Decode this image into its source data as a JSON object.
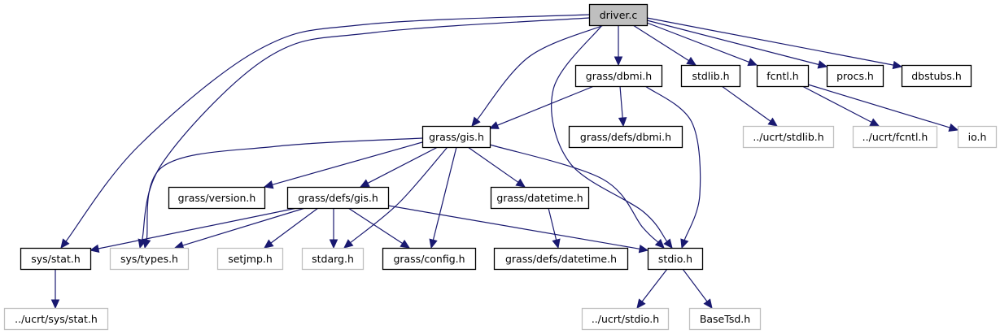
{
  "diagram": {
    "type": "include-dependency-graph",
    "root": "driver.c",
    "colors": {
      "edge": "#191970",
      "root_fill": "#bfbfbf",
      "documented_border": "#000000",
      "undocumented_border": "#bfbfbf",
      "node_fill": "#ffffff"
    },
    "nodes": [
      {
        "id": "driver_c",
        "label": "driver.c",
        "style": "root"
      },
      {
        "id": "grass_dbmi_h",
        "label": "grass/dbmi.h",
        "style": "documented"
      },
      {
        "id": "stdlib_h",
        "label": "stdlib.h",
        "style": "documented"
      },
      {
        "id": "fcntl_h",
        "label": "fcntl.h",
        "style": "documented"
      },
      {
        "id": "procs_h",
        "label": "procs.h",
        "style": "documented"
      },
      {
        "id": "dbstubs_h",
        "label": "dbstubs.h",
        "style": "documented"
      },
      {
        "id": "grass_gis_h",
        "label": "grass/gis.h",
        "style": "documented"
      },
      {
        "id": "grass_defs_dbmi_h",
        "label": "grass/defs/dbmi.h",
        "style": "documented"
      },
      {
        "id": "ucrt_stdlib_h",
        "label": "../ucrt/stdlib.h",
        "style": "external"
      },
      {
        "id": "ucrt_fcntl_h",
        "label": "../ucrt/fcntl.h",
        "style": "external"
      },
      {
        "id": "io_h",
        "label": "io.h",
        "style": "external"
      },
      {
        "id": "grass_version_h",
        "label": "grass/version.h",
        "style": "documented"
      },
      {
        "id": "grass_defs_gis_h",
        "label": "grass/defs/gis.h",
        "style": "documented"
      },
      {
        "id": "grass_datetime_h",
        "label": "grass/datetime.h",
        "style": "documented"
      },
      {
        "id": "sys_stat_h",
        "label": "sys/stat.h",
        "style": "documented"
      },
      {
        "id": "sys_types_h",
        "label": "sys/types.h",
        "style": "external"
      },
      {
        "id": "setjmp_h",
        "label": "setjmp.h",
        "style": "external"
      },
      {
        "id": "stdarg_h",
        "label": "stdarg.h",
        "style": "external"
      },
      {
        "id": "grass_config_h",
        "label": "grass/config.h",
        "style": "documented"
      },
      {
        "id": "grass_defs_datetime_h",
        "label": "grass/defs/datetime.h",
        "style": "documented"
      },
      {
        "id": "stdio_h",
        "label": "stdio.h",
        "style": "documented"
      },
      {
        "id": "ucrt_sys_stat_h",
        "label": "../ucrt/sys/stat.h",
        "style": "external"
      },
      {
        "id": "ucrt_stdio_h",
        "label": "../ucrt/stdio.h",
        "style": "external"
      },
      {
        "id": "basetsd_h",
        "label": "BaseTsd.h",
        "style": "external"
      }
    ],
    "edges": [
      {
        "from": "driver_c",
        "to": "grass_dbmi_h"
      },
      {
        "from": "driver_c",
        "to": "stdlib_h"
      },
      {
        "from": "driver_c",
        "to": "fcntl_h"
      },
      {
        "from": "driver_c",
        "to": "procs_h"
      },
      {
        "from": "driver_c",
        "to": "dbstubs_h"
      },
      {
        "from": "driver_c",
        "to": "grass_gis_h"
      },
      {
        "from": "driver_c",
        "to": "sys_stat_h"
      },
      {
        "from": "driver_c",
        "to": "sys_types_h"
      },
      {
        "from": "driver_c",
        "to": "stdio_h"
      },
      {
        "from": "grass_dbmi_h",
        "to": "grass_gis_h"
      },
      {
        "from": "grass_dbmi_h",
        "to": "grass_defs_dbmi_h"
      },
      {
        "from": "grass_dbmi_h",
        "to": "stdio_h"
      },
      {
        "from": "stdlib_h",
        "to": "ucrt_stdlib_h"
      },
      {
        "from": "fcntl_h",
        "to": "ucrt_fcntl_h"
      },
      {
        "from": "fcntl_h",
        "to": "io_h"
      },
      {
        "from": "grass_gis_h",
        "to": "grass_version_h"
      },
      {
        "from": "grass_gis_h",
        "to": "grass_defs_gis_h"
      },
      {
        "from": "grass_gis_h",
        "to": "grass_datetime_h"
      },
      {
        "from": "grass_gis_h",
        "to": "sys_types_h"
      },
      {
        "from": "grass_gis_h",
        "to": "stdarg_h"
      },
      {
        "from": "grass_gis_h",
        "to": "grass_config_h"
      },
      {
        "from": "grass_gis_h",
        "to": "stdio_h"
      },
      {
        "from": "grass_defs_gis_h",
        "to": "sys_stat_h"
      },
      {
        "from": "grass_defs_gis_h",
        "to": "sys_types_h"
      },
      {
        "from": "grass_defs_gis_h",
        "to": "setjmp_h"
      },
      {
        "from": "grass_defs_gis_h",
        "to": "stdarg_h"
      },
      {
        "from": "grass_defs_gis_h",
        "to": "grass_config_h"
      },
      {
        "from": "grass_defs_gis_h",
        "to": "stdio_h"
      },
      {
        "from": "grass_datetime_h",
        "to": "grass_defs_datetime_h"
      },
      {
        "from": "sys_stat_h",
        "to": "ucrt_sys_stat_h"
      },
      {
        "from": "stdio_h",
        "to": "ucrt_stdio_h"
      },
      {
        "from": "stdio_h",
        "to": "basetsd_h"
      }
    ]
  }
}
